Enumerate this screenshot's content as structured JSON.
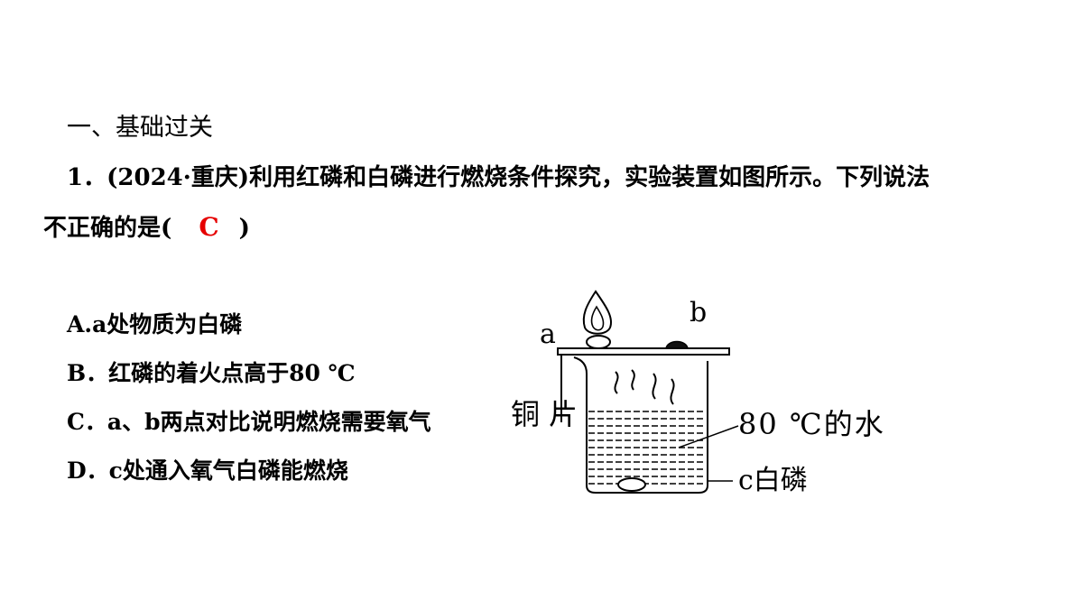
{
  "section": {
    "title": "一、基础过关"
  },
  "question": {
    "line1": "1．(2024·重庆)利用红磷和白磷进行燃烧条件探究，实验装置如图所示。下列说法",
    "line2_prefix": "不正确的是(",
    "answer": "C",
    "line2_suffix": ")"
  },
  "options": [
    "A.a处物质为白磷",
    "B．红磷的着火点高于80 ℃",
    "C．a、b两点对比说明燃烧需要氧气",
    "D．c处通入氧气白磷能燃烧"
  ],
  "diagram": {
    "label_a": "a",
    "label_b": "b",
    "label_copper": "铜片",
    "label_water": "80 ℃的水",
    "label_c": "c白磷"
  },
  "colors": {
    "answer": "#e60000",
    "text": "#000000"
  }
}
